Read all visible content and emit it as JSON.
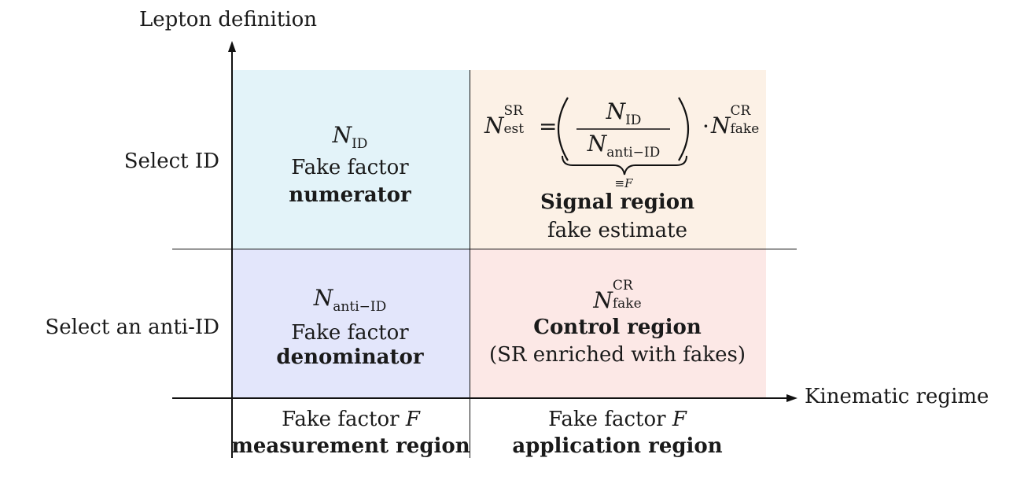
{
  "axes": {
    "y_label": "Lepton definition",
    "x_label": "Kinematic regime"
  },
  "rows": {
    "top": "Select ID",
    "bottom": "Select an anti-ID"
  },
  "cells": {
    "top_left": {
      "symbol": "N",
      "symbol_sub": "ID",
      "line1": "Fake factor",
      "line2": "numerator"
    },
    "top_right": {
      "lhs_symbol": "N",
      "lhs_sub": "est",
      "lhs_sup": "SR",
      "equals": "=",
      "frac_num_symbol": "N",
      "frac_num_sub": "ID",
      "frac_den_symbol": "N",
      "frac_den_sub": "anti−ID",
      "dot": "·",
      "rhs_symbol": "N",
      "rhs_sub": "fake",
      "rhs_sup": "CR",
      "brace_label": "≡F",
      "line1": "Signal region",
      "line2": "fake estimate"
    },
    "bottom_left": {
      "symbol": "N",
      "symbol_sub": "anti−ID",
      "line1": "Fake factor",
      "line2": "denominator"
    },
    "bottom_right": {
      "symbol": "N",
      "symbol_sub": "fake",
      "symbol_sup": "CR",
      "line1": "Control region",
      "line2": "(SR enriched with fakes)"
    }
  },
  "columns": {
    "left": {
      "line1_text": "Fake factor ",
      "line1_symbol": "F",
      "line2": "measurement region"
    },
    "right": {
      "line1_text": "Fake factor ",
      "line1_symbol": "F",
      "line2": "application region"
    }
  },
  "colors": {
    "top_left": "#e3f3f9",
    "top_right": "#fcf1e6",
    "bottom_left": "#e3e6fb",
    "bottom_right": "#fce8e6"
  }
}
